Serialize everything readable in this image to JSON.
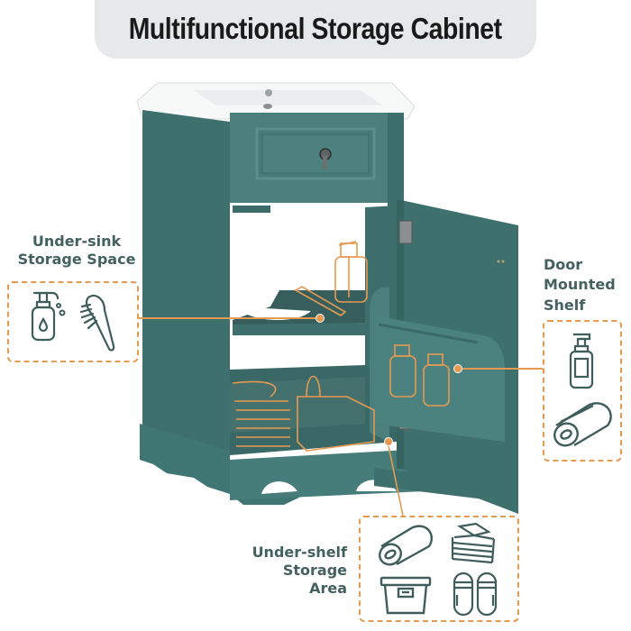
{
  "banner": {
    "title": "Multifunctional Storage Cabinet",
    "background": "#e5e9ea"
  },
  "product": {
    "name": "Bathroom vanity cabinet with ceramic sink",
    "cabinet_color": "#3f7572",
    "outline_accent": "#e59a52"
  },
  "callouts": [
    {
      "id": "under-sink",
      "label_line1": "Under-sink",
      "label_line2": "Storage Space",
      "icons": [
        "soap-dispenser-icon",
        "hairbrush-icon"
      ]
    },
    {
      "id": "door-mounted",
      "label_line1": "Door",
      "label_line2": "Mounted",
      "label_line3": "Shelf",
      "icons": [
        "lotion-bottle-icon",
        "rolled-towel-icon"
      ]
    },
    {
      "id": "under-shelf",
      "label_line1": "Under-shelf",
      "label_line2": "Storage Area",
      "icons": [
        "rolled-towel-icon",
        "folded-clothes-icon",
        "storage-box-icon",
        "slippers-icon"
      ]
    }
  ],
  "colors": {
    "label_text": "#44615f",
    "icon_stroke": "#3f5d5b",
    "dashed_border": "#e59a52"
  }
}
